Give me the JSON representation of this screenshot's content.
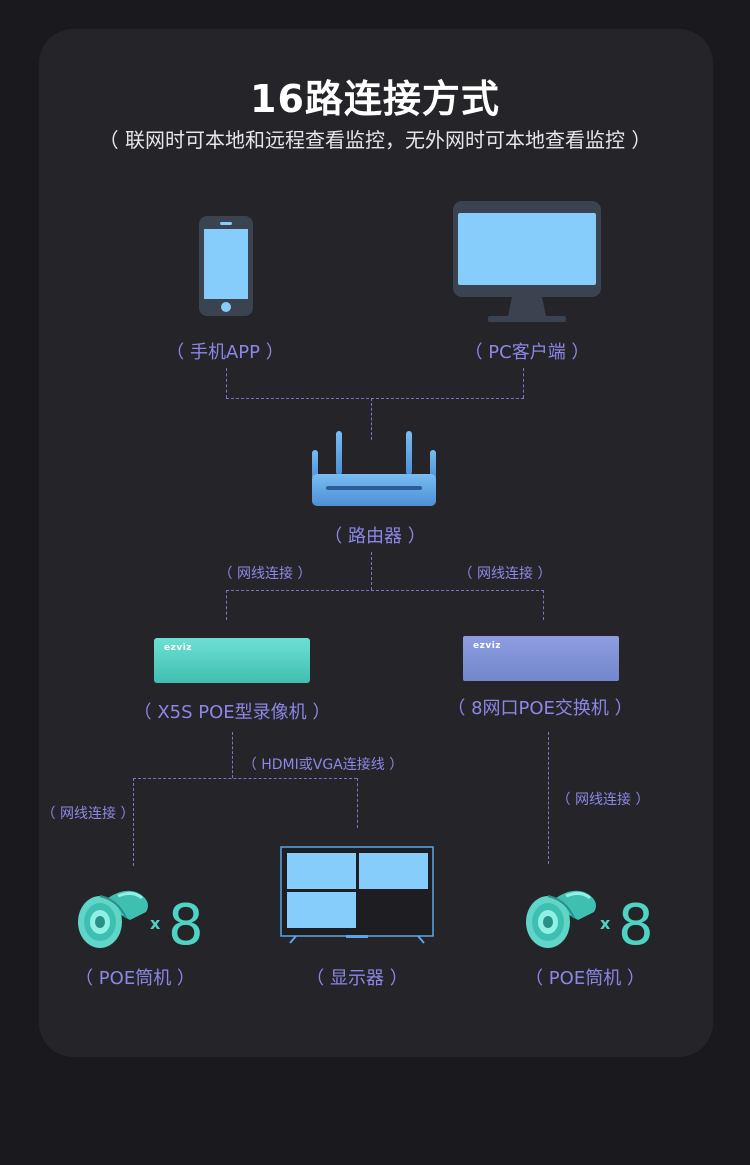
{
  "title": "16路连接方式",
  "subtitle": "（ 联网时可本地和远程查看监控，无外网时可本地查看监控 ）",
  "devices": {
    "phone_label": "（ 手机APP ）",
    "pc_label": "（ PC客户端 ）",
    "router_label": "（ 路由器 ）",
    "nvr_label": "（ X5S POE型录像机 ）",
    "switch_label": "（ 8网口POE交换机 ）",
    "monitor_label": "（ 显示器 ）",
    "camera_left_label": "（ POE筒机 ）",
    "camera_right_label": "（ POE筒机 ）"
  },
  "connections": {
    "router_to_nvr": "（ 网线连接 ）",
    "router_to_switch": "（ 网线连接 ）",
    "nvr_to_monitor": "（ HDMI或VGA连接线 ）",
    "nvr_to_cameras": "（ 网线连接 ）",
    "switch_to_cameras": "（ 网线连接 ）"
  },
  "brand": "ezviz",
  "camera_count_left": {
    "times": "x",
    "count": "8"
  },
  "camera_count_right": {
    "times": "x",
    "count": "8"
  },
  "colors": {
    "background": "#1a1a1e",
    "card": "#252529",
    "label": "#8d86e6",
    "accent_teal": "#4fd3c4",
    "screen_blue": "#87cdfb",
    "router_blue": "#5aa6e8",
    "switch_purple": "#7f93d6"
  },
  "icons": [
    "phone-icon",
    "monitor-icon",
    "router-icon",
    "nvr-device",
    "switch-device",
    "camera-icon",
    "display-icon"
  ]
}
